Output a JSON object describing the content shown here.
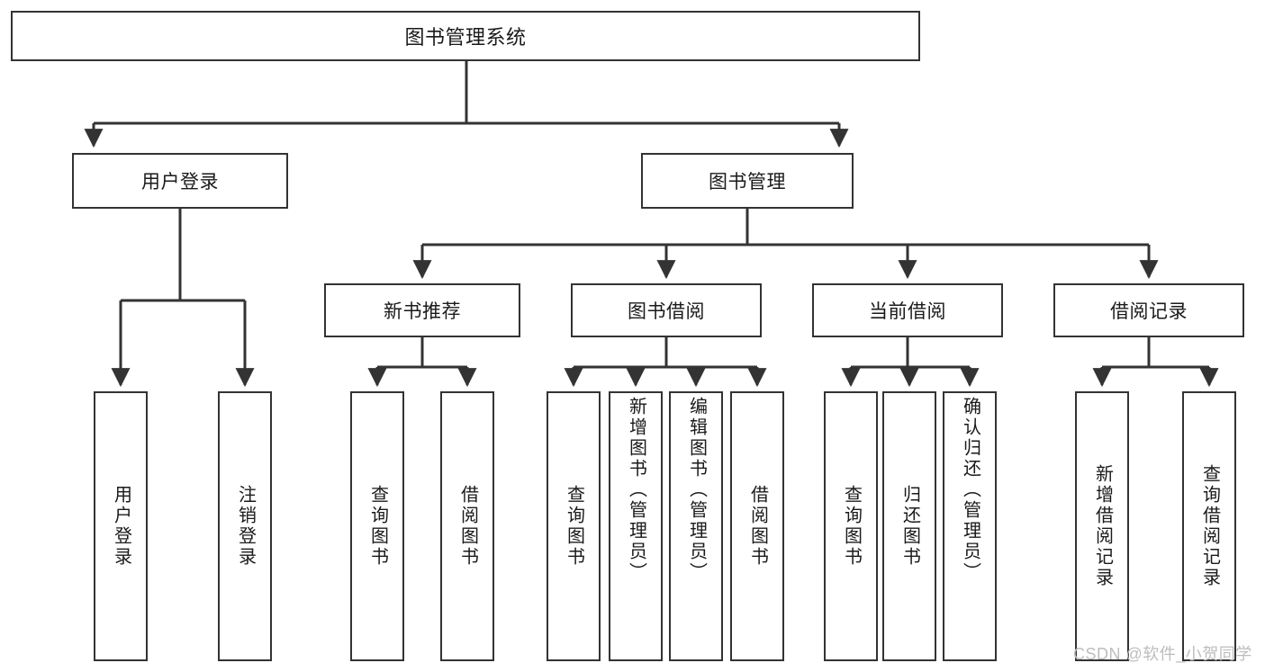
{
  "diagram": {
    "title_node": {
      "label": "图书管理系统"
    },
    "level2": [
      {
        "id": "user-login",
        "label": "用户登录"
      },
      {
        "id": "book-management",
        "label": "图书管理"
      }
    ],
    "level3": [
      {
        "id": "new-book-recommend",
        "label": "新书推荐"
      },
      {
        "id": "book-borrow",
        "label": "图书借阅"
      },
      {
        "id": "current-borrow",
        "label": "当前借阅"
      },
      {
        "id": "borrow-record",
        "label": "借阅记录"
      }
    ],
    "leaves": {
      "user_login": [
        {
          "id": "leaf-user-login",
          "label": "用户登录"
        },
        {
          "id": "leaf-logout-login",
          "label": "注销登录"
        }
      ],
      "new_book_recommend": [
        {
          "id": "leaf-query-book-1",
          "label": "查询图书"
        },
        {
          "id": "leaf-borrow-book-1",
          "label": "借阅图书"
        }
      ],
      "book_borrow": [
        {
          "id": "leaf-query-book-2",
          "label": "查询图书"
        },
        {
          "id": "leaf-add-book",
          "label": "新增图书（管理员）"
        },
        {
          "id": "leaf-edit-book",
          "label": "编辑图书（管理员）"
        },
        {
          "id": "leaf-borrow-book-2",
          "label": "借阅图书"
        }
      ],
      "current_borrow": [
        {
          "id": "leaf-query-book-3",
          "label": "查询图书"
        },
        {
          "id": "leaf-return-book",
          "label": "归还图书"
        },
        {
          "id": "leaf-confirm-return",
          "label": "确认归还（管理员）"
        }
      ],
      "borrow_record": [
        {
          "id": "leaf-add-borrow-record",
          "label": "新增借阅记录"
        },
        {
          "id": "leaf-query-borrow-record",
          "label": "查询借阅记录"
        }
      ]
    }
  },
  "watermark": {
    "text": "CSDN @软件_小贺同学"
  },
  "colors": {
    "stroke": "#333333",
    "fill": "#ffffff",
    "text": "#1a1a1a",
    "watermark": "#bdbdbd"
  }
}
